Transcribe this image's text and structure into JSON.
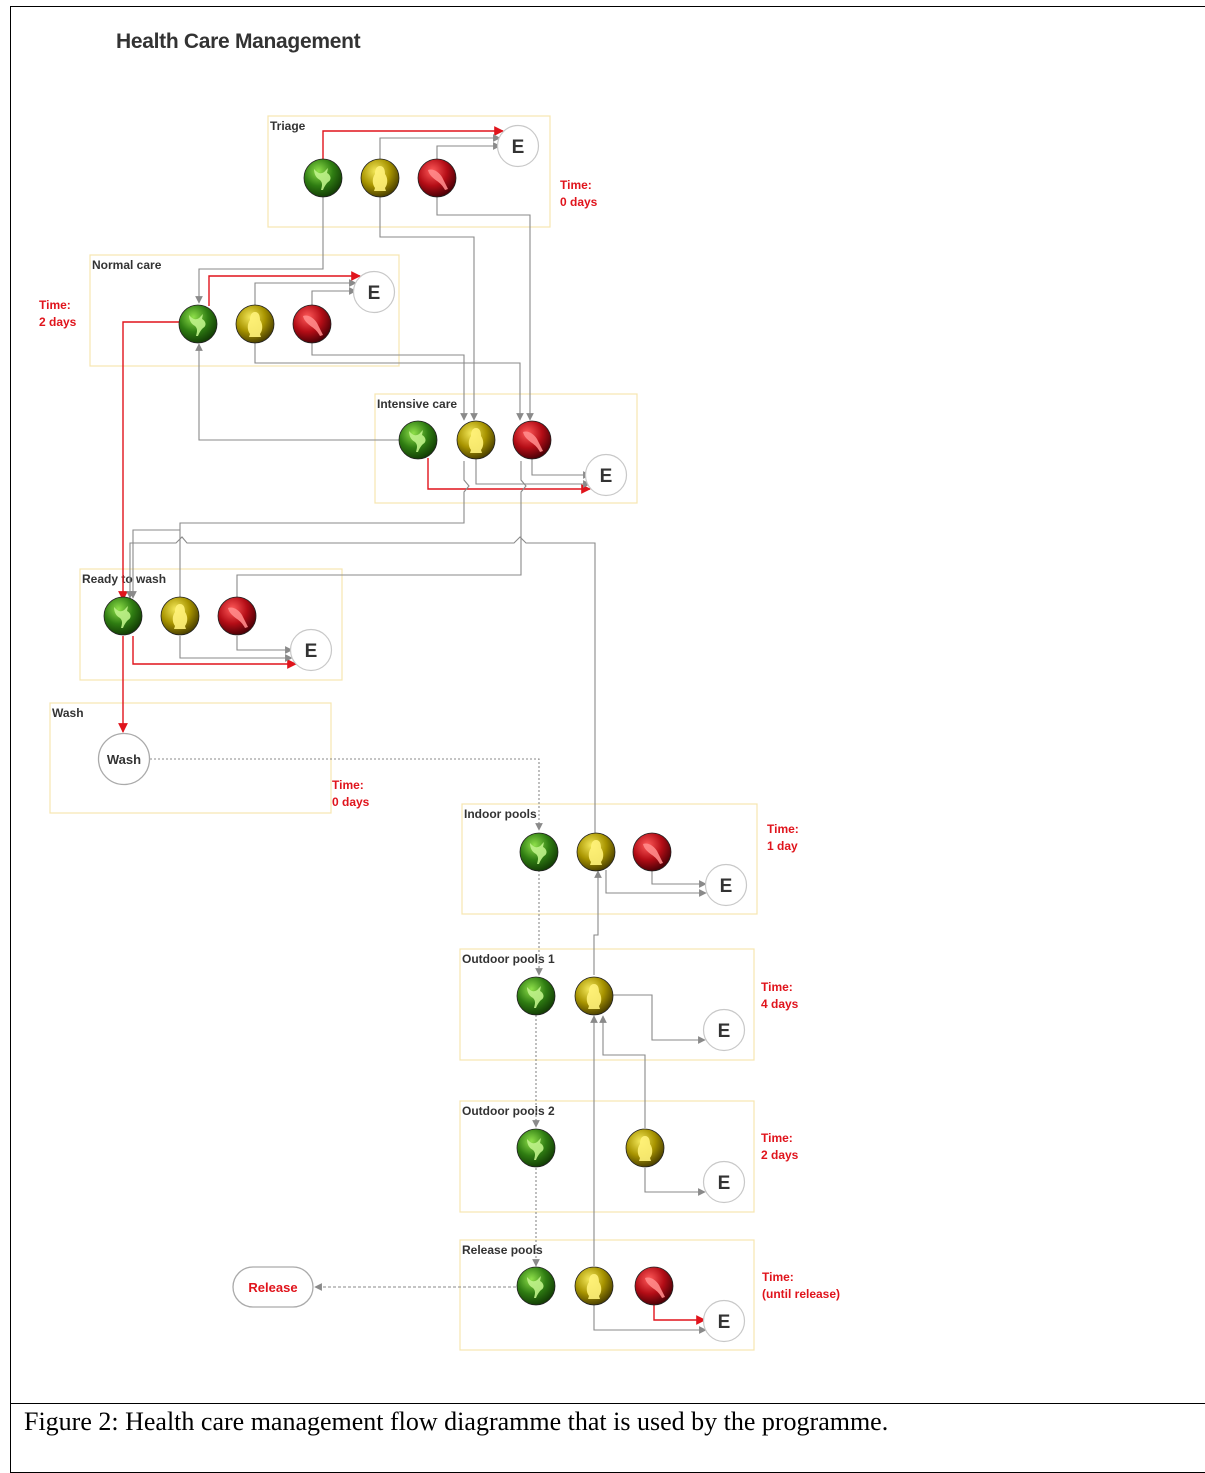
{
  "diagram_title": "Health Care Management",
  "caption": "Figure 2: Health care management flow diagramme that is used by the programme.",
  "end_label": "E",
  "wash_node_label": "Wash",
  "release_node_label": "Release",
  "stages": [
    {
      "id": "triage",
      "label": "Triage",
      "time_label": "Time:",
      "time_value": "0 days"
    },
    {
      "id": "normal",
      "label": "Normal care",
      "time_label": "Time:",
      "time_value": "2 days"
    },
    {
      "id": "intensive",
      "label": "Intensive care",
      "time_label": "",
      "time_value": ""
    },
    {
      "id": "ready",
      "label": "Ready to wash",
      "time_label": "",
      "time_value": ""
    },
    {
      "id": "wash",
      "label": "Wash",
      "time_label": "Time:",
      "time_value": "0 days"
    },
    {
      "id": "indoor",
      "label": "Indoor pools",
      "time_label": "Time:",
      "time_value": "1 day"
    },
    {
      "id": "outdoor1",
      "label": "Outdoor pools 1",
      "time_label": "Time:",
      "time_value": "4 days"
    },
    {
      "id": "outdoor2",
      "label": "Outdoor pools 2",
      "time_label": "Time:",
      "time_value": "2 days"
    },
    {
      "id": "release",
      "label": "Release pools",
      "time_label": "Time:",
      "time_value": "(until release)"
    }
  ],
  "colors": {
    "green": "#3d8b1e",
    "yellow": "#b5a300",
    "red": "#c4101a",
    "box_border": "#f6e6b0",
    "connector": "#8a8a8a",
    "highlight": "#e0141c"
  },
  "icons": [
    "hummingbird-icon",
    "penguin-icon",
    "parrot-icon"
  ]
}
